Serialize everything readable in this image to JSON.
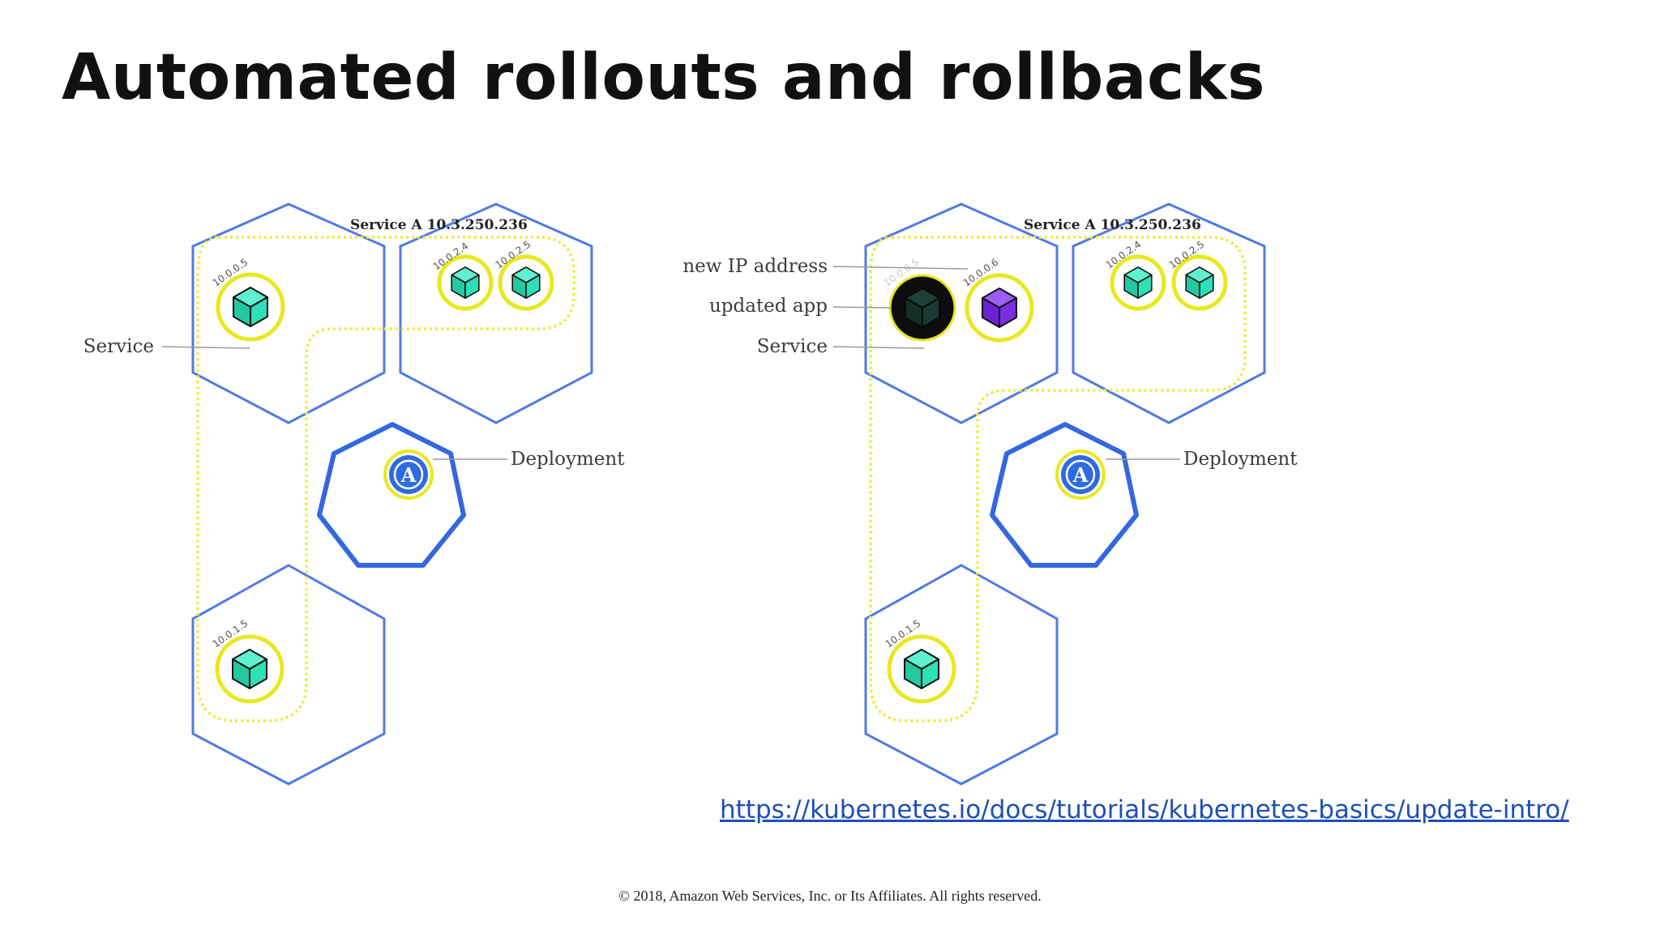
{
  "slide": {
    "title": "Automated rollouts and rollbacks",
    "link": "https://kubernetes.io/docs/tutorials/kubernetes-basics/update-intro/",
    "copyright": "© 2018, Amazon Web Services, Inc. or Its Affiliates. All rights reserved."
  },
  "left_diagram": {
    "service_label": "Service A 10.3.250.236",
    "service_annotation": "Service",
    "deployment_label": "Deployment",
    "deployment_badge": "A",
    "pods": [
      {
        "ip": "10.0.0.5"
      },
      {
        "ip": "10.0.2.4"
      },
      {
        "ip": "10.0.2.5"
      },
      {
        "ip": "10.0.1.5"
      }
    ]
  },
  "right_diagram": {
    "service_label": "Service A 10.3.250.236",
    "new_ip_annotation": "new IP address",
    "updated_app_annotation": "updated app",
    "service_annotation": "Service",
    "deployment_label": "Deployment",
    "deployment_badge": "A",
    "pods": [
      {
        "ip": "10.0.0.5"
      },
      {
        "ip": "10.0.0.6"
      },
      {
        "ip": "10.0.2.4"
      },
      {
        "ip": "10.0.2.5"
      },
      {
        "ip": "10.0.1.5"
      }
    ]
  },
  "colors": {
    "node_border": "#4f7be3",
    "service_outline": "#ecec3a",
    "pod_ring": "#e8e820",
    "app_cube": "#2ce0b8",
    "updated_cube": "#7a2ee0",
    "old_app_bg": "#0d0d0d",
    "deployment_badge": "#2e6be0"
  },
  "icons": [
    "app-cube-icon",
    "deployment-icon"
  ]
}
